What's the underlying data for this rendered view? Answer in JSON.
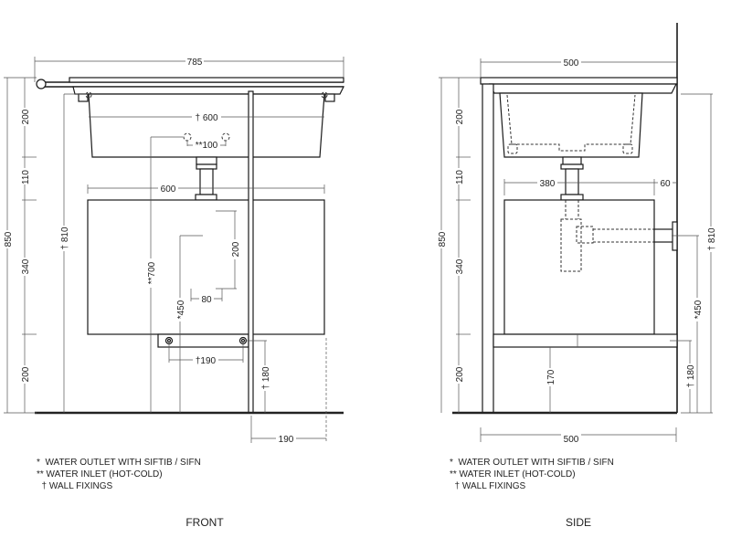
{
  "front": {
    "title": "FRONT",
    "dims": {
      "overall_width": "785",
      "overall_height": "850",
      "seg_top": "200",
      "seg_gap": "110",
      "seg_cabinet": "340",
      "seg_bottom": "200",
      "wall_fixing_height": "† 810",
      "inlet_height": "**700",
      "outlet_height": "*450",
      "bracket_height": "† 180",
      "bracket_depth": "190",
      "basin_fixing_width": "† 600",
      "inlet_spacing": "**100",
      "cabinet_width": "600",
      "siphon_height": "200",
      "siphon_width": "80",
      "bracket_fixing_width": "†190"
    }
  },
  "side": {
    "title": "SIDE",
    "dims": {
      "top_depth": "500",
      "bottom_depth": "500",
      "overall_height": "850",
      "seg_top": "200",
      "seg_gap": "110",
      "seg_cabinet": "340",
      "seg_bottom": "200",
      "wall_fixing_height": "† 810",
      "outlet_height": "*450",
      "bracket_height": "† 180",
      "shelf_height": "170",
      "cabinet_depth": "380",
      "wall_gap": "60"
    }
  },
  "legend": [
    "*  WATER OUTLET WITH SIFTIB / SIFN",
    "** WATER INLET (HOT-COLD)",
    "  † WALL FIXINGS"
  ]
}
